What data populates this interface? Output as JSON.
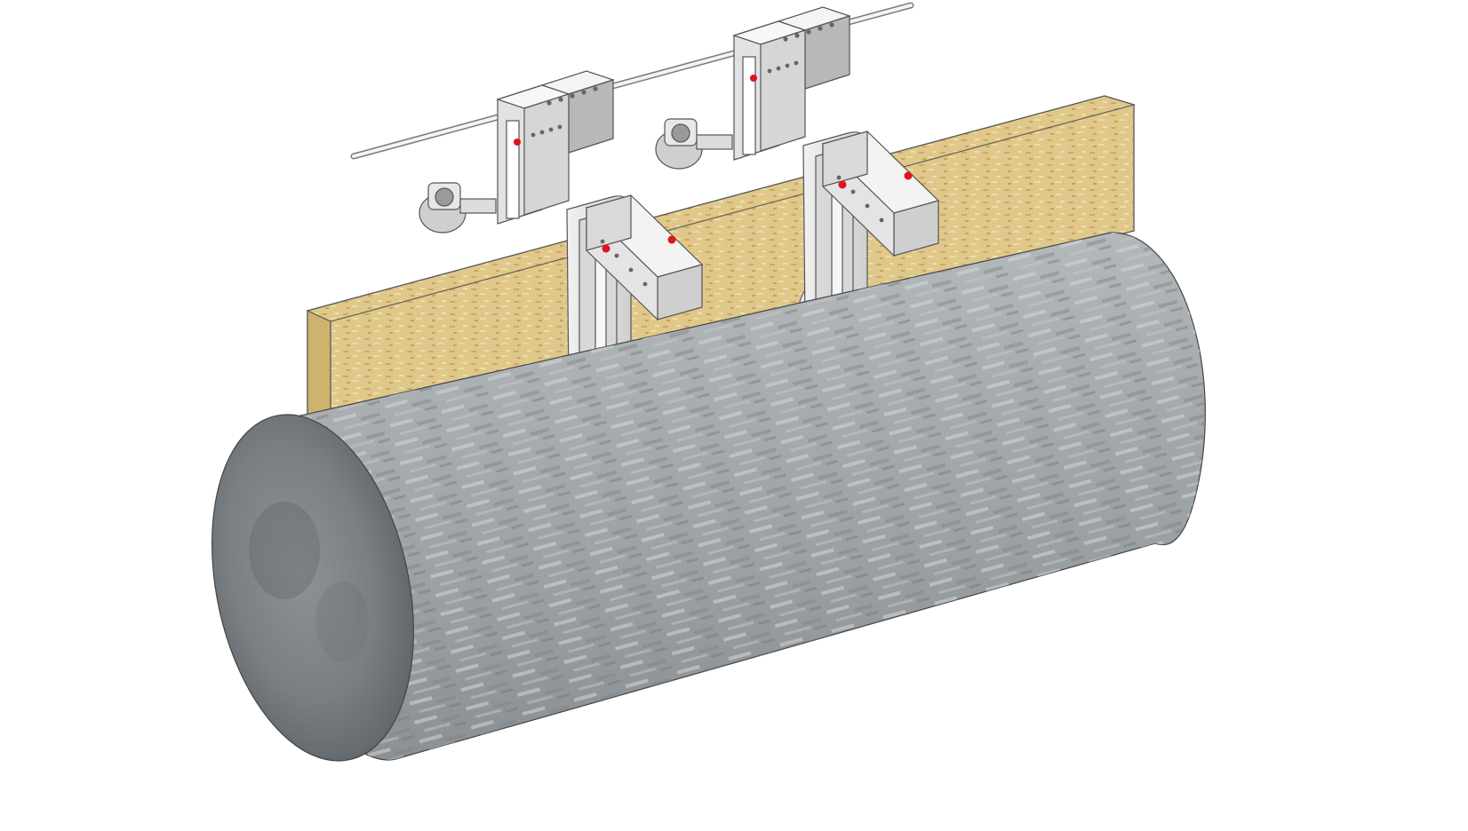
{
  "scene": {
    "background": "#ffffff",
    "colors": {
      "log_side": "#9ea3a6",
      "log_side_light": "#c9cdcf",
      "log_side_dark": "#6f7477",
      "log_end": "#8a8f93",
      "log_end_dark": "#5e6367",
      "board_top": "#e6d39a",
      "board_face": "#d9c07a",
      "board_edge": "#c8ad66",
      "metal": "#e2e2e2",
      "metal_dark": "#b8b8b8",
      "metal_line": "#555555",
      "pin": "#e0141e",
      "rod": "#f2f2f2"
    },
    "objects": [
      {
        "name": "log",
        "kind": "cylinder",
        "material": "stone-textured"
      },
      {
        "name": "board",
        "kind": "plank",
        "material": "wood-particle"
      },
      {
        "name": "rod",
        "kind": "horizontal-bar"
      },
      {
        "name": "clamp-assembly-left",
        "kind": "bracket-clamp",
        "pins": 4
      },
      {
        "name": "clamp-assembly-right",
        "kind": "bracket-clamp",
        "pins": 4
      }
    ]
  }
}
